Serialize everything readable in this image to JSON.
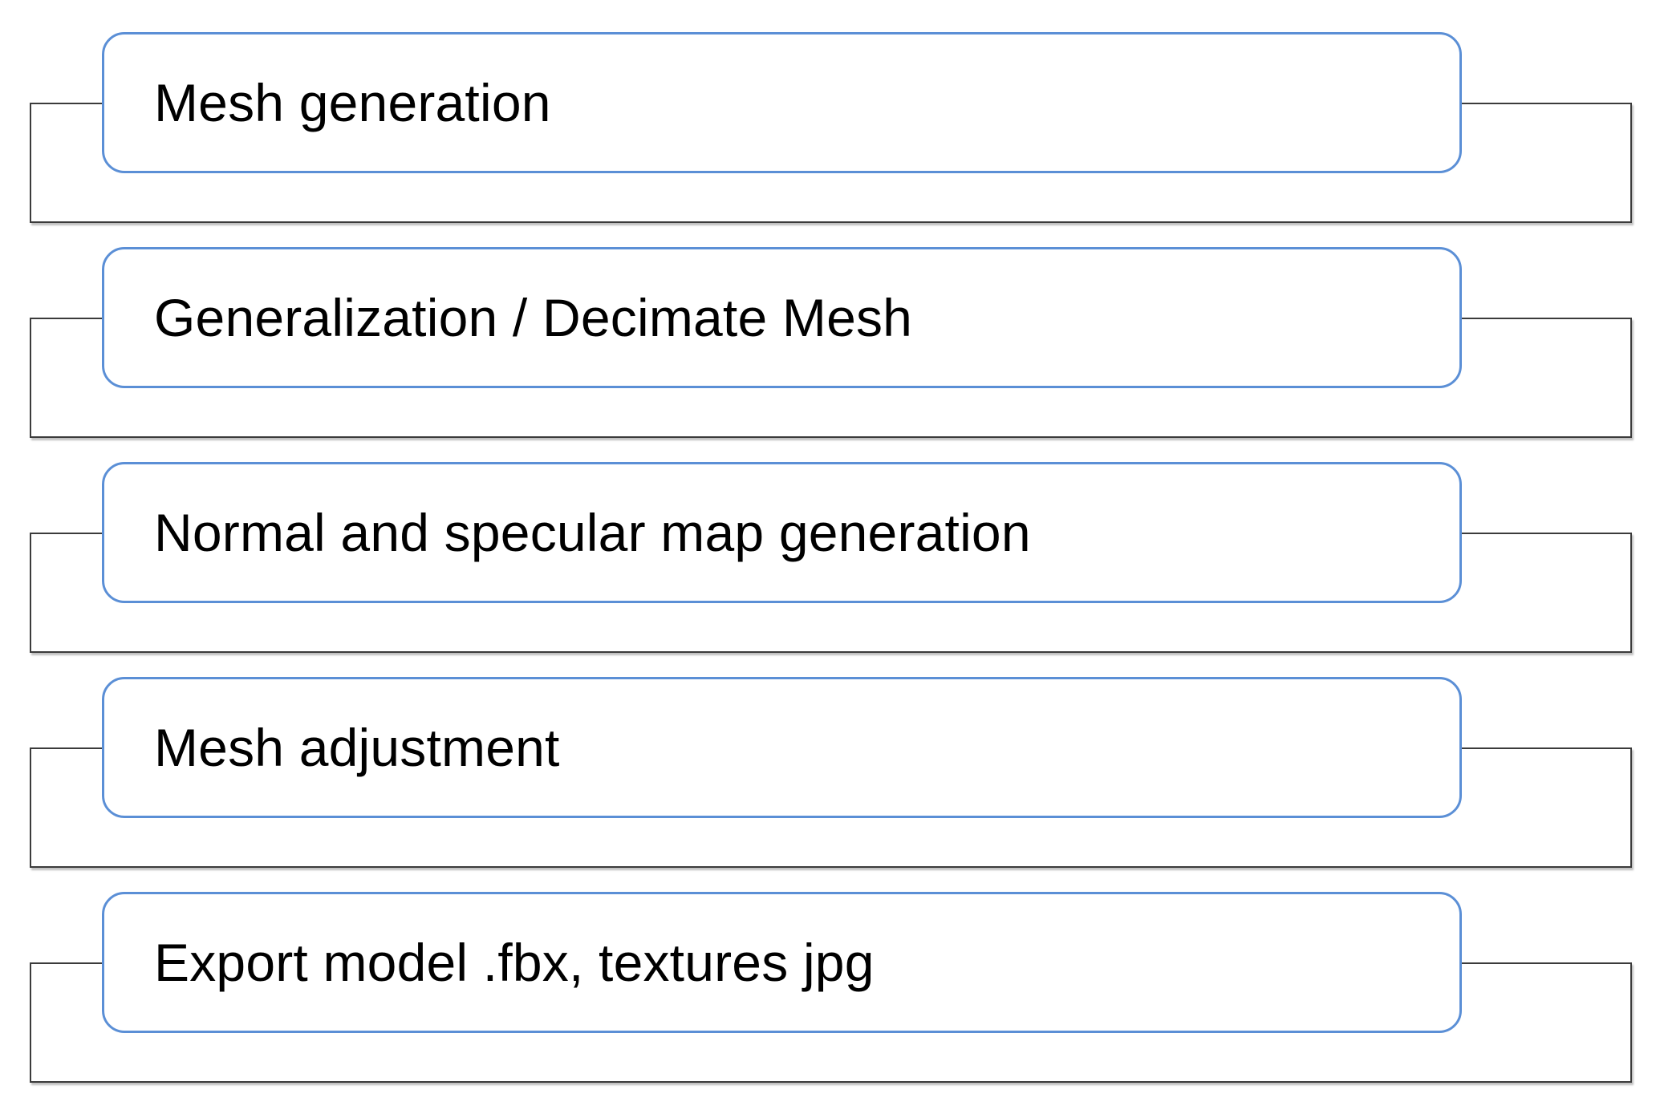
{
  "steps": [
    {
      "label": "Mesh generation"
    },
    {
      "label": "Generalization / Decimate Mesh"
    },
    {
      "label": "Normal and specular map generation"
    },
    {
      "label": "Mesh adjustment"
    },
    {
      "label": "Export model .fbx, textures jpg"
    }
  ],
  "colors": {
    "card_border": "#5b8fd6",
    "bracket_border": "#3b3b3b",
    "background": "#ffffff",
    "text": "#000000"
  }
}
